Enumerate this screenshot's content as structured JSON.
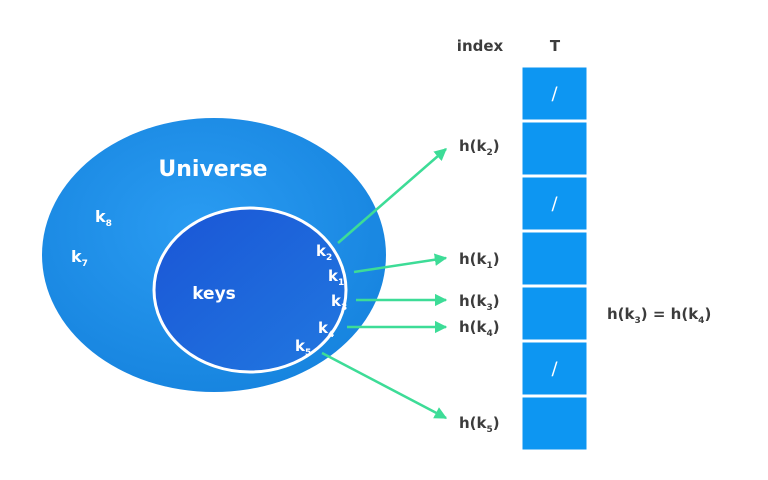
{
  "universe": {
    "label": "Universe",
    "outside_keys": [
      {
        "base": "k",
        "sub": "8"
      },
      {
        "base": "k",
        "sub": "7"
      }
    ]
  },
  "keys_set": {
    "label": "keys",
    "keys": [
      {
        "base": "k",
        "sub": "2"
      },
      {
        "base": "k",
        "sub": "1"
      },
      {
        "base": "k",
        "sub": "3"
      },
      {
        "base": "k",
        "sub": "4"
      },
      {
        "base": "k",
        "sub": "5"
      }
    ]
  },
  "table": {
    "index_header": "index",
    "table_header": "T",
    "slots": [
      "/",
      "",
      "/",
      "",
      "",
      "/",
      ""
    ]
  },
  "hash_labels": [
    {
      "prefix": "h(k",
      "sub": "2",
      "suffix": ")"
    },
    {
      "prefix": "h(k",
      "sub": "1",
      "suffix": ")"
    },
    {
      "prefix": "h(k",
      "sub": "3",
      "suffix": ")"
    },
    {
      "prefix": "h(k",
      "sub": "4",
      "suffix": ")"
    },
    {
      "prefix": "h(k",
      "sub": "5",
      "suffix": ")"
    }
  ],
  "collision_note": {
    "left": {
      "prefix": "h(k",
      "sub": "3",
      "suffix": ")"
    },
    "equals": " = ",
    "right": {
      "prefix": "h(k",
      "sub": "4",
      "suffix": ")"
    }
  },
  "colors": {
    "universe_fill": "#1e8fe6",
    "keys_fill": "#1b63d8",
    "table_fill": "#0d96f2",
    "table_stroke": "#ffffff",
    "arrow": "#3ddc97",
    "dark_text": "#3c3c3c"
  }
}
